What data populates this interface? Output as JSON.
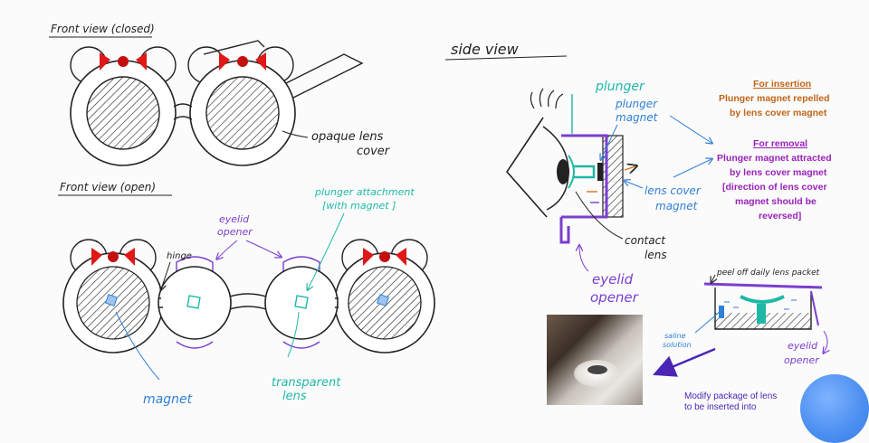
{
  "left_sketch": {
    "front_closed_title": "Front view (closed)",
    "opaque_label_line1": "opaque lens",
    "opaque_label_line2": "cover",
    "front_open_title": "Front view (open)",
    "hinge_label": "hinge",
    "eyelid_opener_line1": "eyelid",
    "eyelid_opener_line2": "opener",
    "plunger_attachment_line1": "plunger attachment",
    "plunger_attachment_line2": "[with magnet ]",
    "magnet_label": "magnet",
    "transparent_lens_line1": "transparent",
    "transparent_lens_line2": "lens"
  },
  "side_view": {
    "title": "side view",
    "plunger_label": "plunger",
    "plunger_magnet_line1": "plunger",
    "plunger_magnet_line2": "magnet",
    "lens_cover_magnet_line1": "lens cover",
    "lens_cover_magnet_line2": "magnet",
    "contact_lens_line1": "contact",
    "contact_lens_line2": "lens",
    "eyelid_opener_line1": "eyelid",
    "eyelid_opener_line2": "opener"
  },
  "notes": {
    "insertion_title": "For insertion",
    "insertion_line1": "Plunger magnet repelled",
    "insertion_line2": "by lens cover magnet",
    "removal_title": "For removal",
    "removal_line1": "Plunger magnet attracted",
    "removal_line2": "by lens cover magnet",
    "removal_line3": "[direction of lens cover",
    "removal_line4": "magnet should be",
    "removal_line5": "reversed]"
  },
  "package": {
    "peel_label": "peel off daily lens packet",
    "saline_line1": "saline",
    "saline_line2": "solution",
    "eyelid_opener_line1": "eyelid",
    "eyelid_opener_line2": "opener",
    "modify_line1": "Modify package of lens",
    "modify_line2": "to be inserted into"
  },
  "colors": {
    "ink": "#222222",
    "teal": "#1fb8a6",
    "purple": "#7a3fd0",
    "blue": "#2f7fd6",
    "orange": "#d9741f",
    "red": "#e01818",
    "note_orange": "#c06418",
    "note_purple": "#9a22b8"
  }
}
